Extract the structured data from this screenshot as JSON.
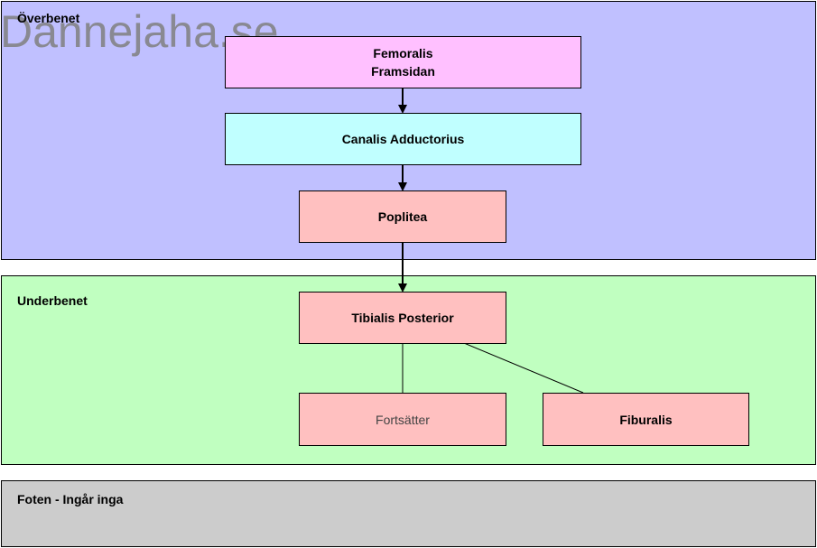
{
  "watermark": "Dannejaha.se",
  "regions": {
    "upper": {
      "label": "Överbenet"
    },
    "lower": {
      "label": "Underbenet"
    },
    "foot": {
      "label": "Foten - Ingår inga"
    }
  },
  "nodes": {
    "femoralis": {
      "line1": "Femoralis",
      "line2": "Framsidan"
    },
    "canalis": {
      "label": "Canalis Adductorius"
    },
    "poplitea": {
      "label": "Poplitea"
    },
    "tibialis": {
      "label": "Tibialis Posterior"
    },
    "fortsatter": {
      "label": "Fortsätter"
    },
    "fiburalis": {
      "label": "Fiburalis"
    }
  },
  "colors": {
    "upper_region": "#c0c0ff",
    "lower_region": "#c0ffc0",
    "foot_region": "#cccccc",
    "femoralis": "#ffc0ff",
    "canalis": "#c0ffff",
    "artery": "#ffc0c0"
  }
}
